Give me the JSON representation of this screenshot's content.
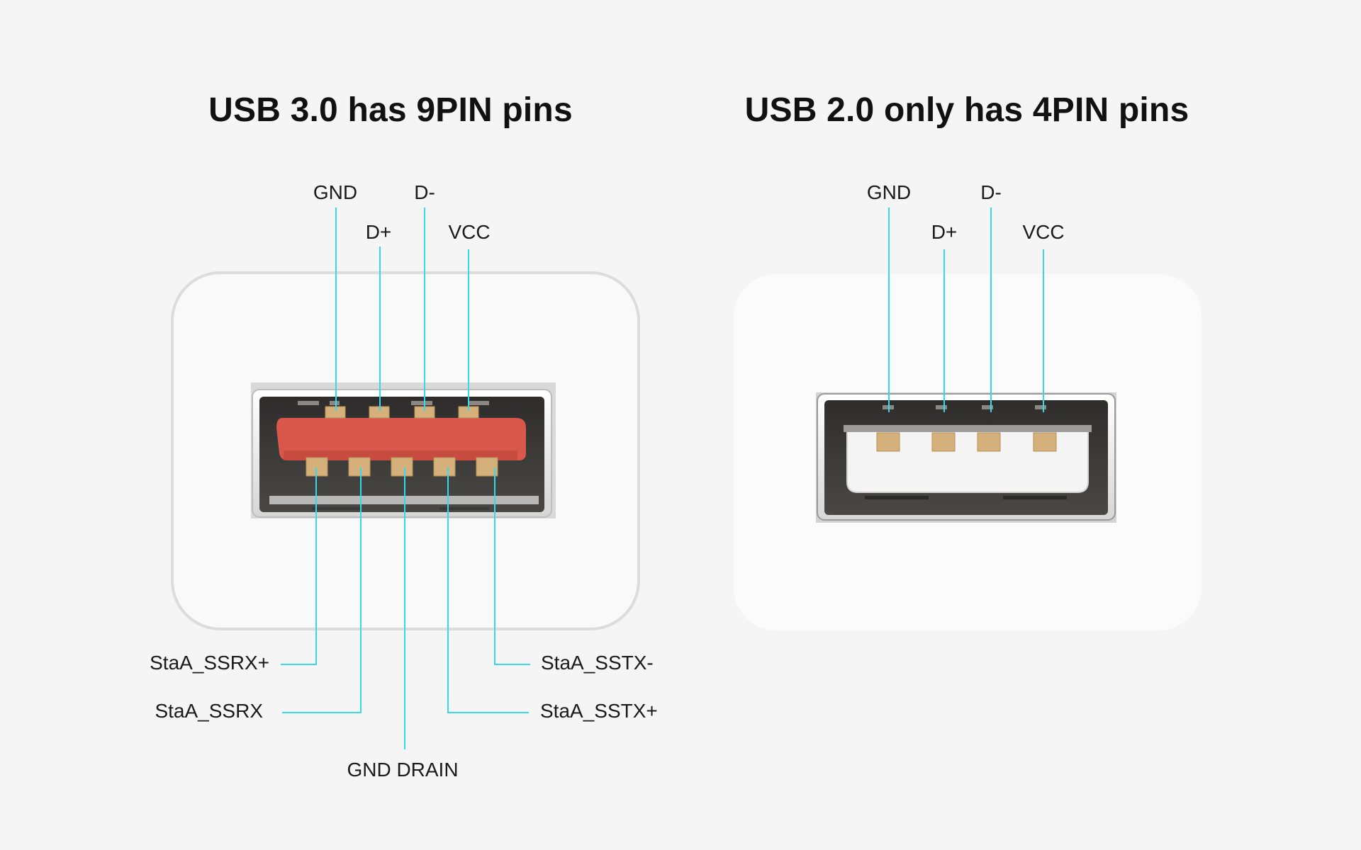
{
  "left": {
    "title": "USB 3.0 has 9PIN pins",
    "top_pins": [
      "GND",
      "D+",
      "D-",
      "VCC"
    ],
    "bottom_pins": [
      "StaA_SSRX+",
      "StaA_SSRX",
      "GND DRAIN",
      "StaA_SSTX+",
      "StaA_SSTX-"
    ]
  },
  "right": {
    "title": "USB 2.0 only has 4PIN pins",
    "top_pins": [
      "GND",
      "D+",
      "D-",
      "VCC"
    ]
  },
  "colors": {
    "background": "#f5f5f5",
    "leader_line": "#35d9ec",
    "usb3_tongue": "#d9574b",
    "usb2_tongue": "#f4f4f4",
    "pin_contact": "#d6b07a",
    "port_cavity": "#3c3b39"
  },
  "icons": {
    "usb3_port": "usb-3-port-illustration",
    "usb2_port": "usb-2-port-illustration"
  }
}
